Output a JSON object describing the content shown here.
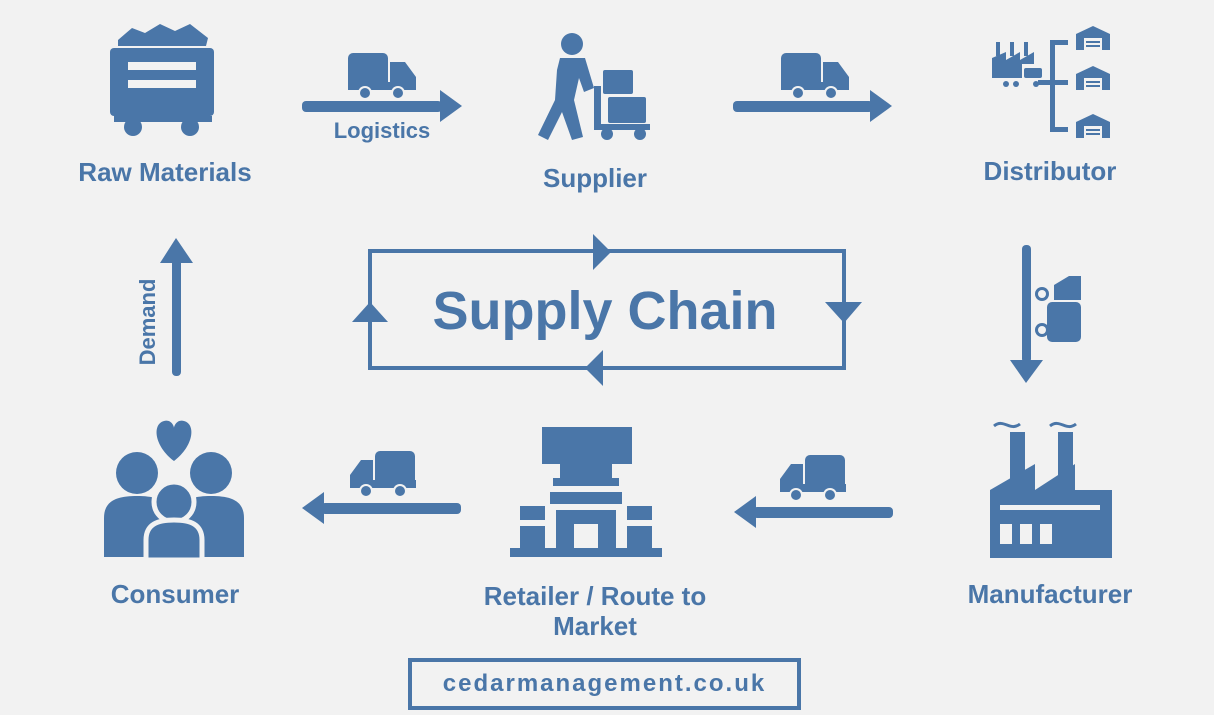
{
  "title": "Supply Chain",
  "nodes": {
    "raw_materials": "Raw Materials",
    "supplier": "Supplier",
    "distributor": "Distributor",
    "manufacturer": "Manufacturer",
    "retailer": "Retailer /  Route  to Market",
    "consumer": "Consumer"
  },
  "edge_labels": {
    "logistics": "Logistics",
    "demand": "Demand"
  },
  "footer": {
    "website": "cedarmanagement.co.uk"
  },
  "icons": {
    "raw_materials": "mine-cart-icon",
    "supplier": "worker-with-trolley-icon",
    "distributor": "factory-to-warehouses-icon",
    "manufacturer": "factory-icon",
    "retailer": "shop-icon",
    "consumer": "family-icon",
    "transport": "truck-icon"
  },
  "colors": {
    "accent": "#4a76a8",
    "background": "#f2f2f2"
  }
}
